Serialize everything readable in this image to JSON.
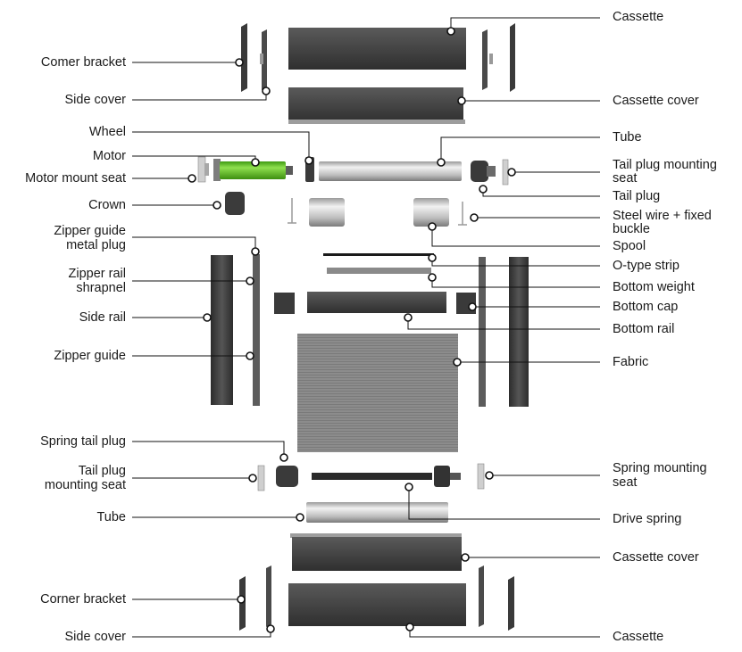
{
  "labels": {
    "cassette_top": "Cassette",
    "corner_bracket_top": "Comer bracket",
    "side_cover_top": "Side cover",
    "cassette_cover_top": "Cassette cover",
    "wheel": "Wheel",
    "tube_top": "Tube",
    "motor": "Motor",
    "tail_plug_mounting_seat_top": [
      "Tail plug mounting",
      "seat"
    ],
    "motor_mount_seat": "Motor mount seat",
    "tail_plug": "Tail plug",
    "crown": "Crown",
    "steel_wire": [
      "Steel wire + fixed",
      "buckle"
    ],
    "zipper_guide_metal_plug": [
      "Zipper guide",
      "metal plug"
    ],
    "spool": "Spool",
    "o_type_strip": "O-type strip",
    "zipper_rail_shrapnel": [
      "Zipper rail",
      "shrapnel"
    ],
    "bottom_weight": "Bottom weight",
    "bottom_cap": "Bottom cap",
    "side_rail": "Side rail",
    "bottom_rail": "Bottom rail",
    "zipper_guide": "Zipper guide",
    "fabric": "Fabric",
    "spring_tail_plug": "Spring tail plug",
    "tail_plug_mounting_seat_bottom": [
      "Tail plug",
      "mounting seat"
    ],
    "spring_mounting_seat": [
      "Spring mounting",
      "seat"
    ],
    "tube_bottom": "Tube",
    "drive_spring": "Drive spring",
    "cassette_cover_bottom": "Cassette cover",
    "corner_bracket_bottom": "Corner bracket",
    "side_cover_bottom": "Side cover",
    "cassette_bottom": "Cassette"
  },
  "colors": {
    "dark_metal": "#3d3d3d",
    "light_metal": "#c9c9c9",
    "motor_green": "#5fbf2a",
    "leader": "#111111"
  }
}
